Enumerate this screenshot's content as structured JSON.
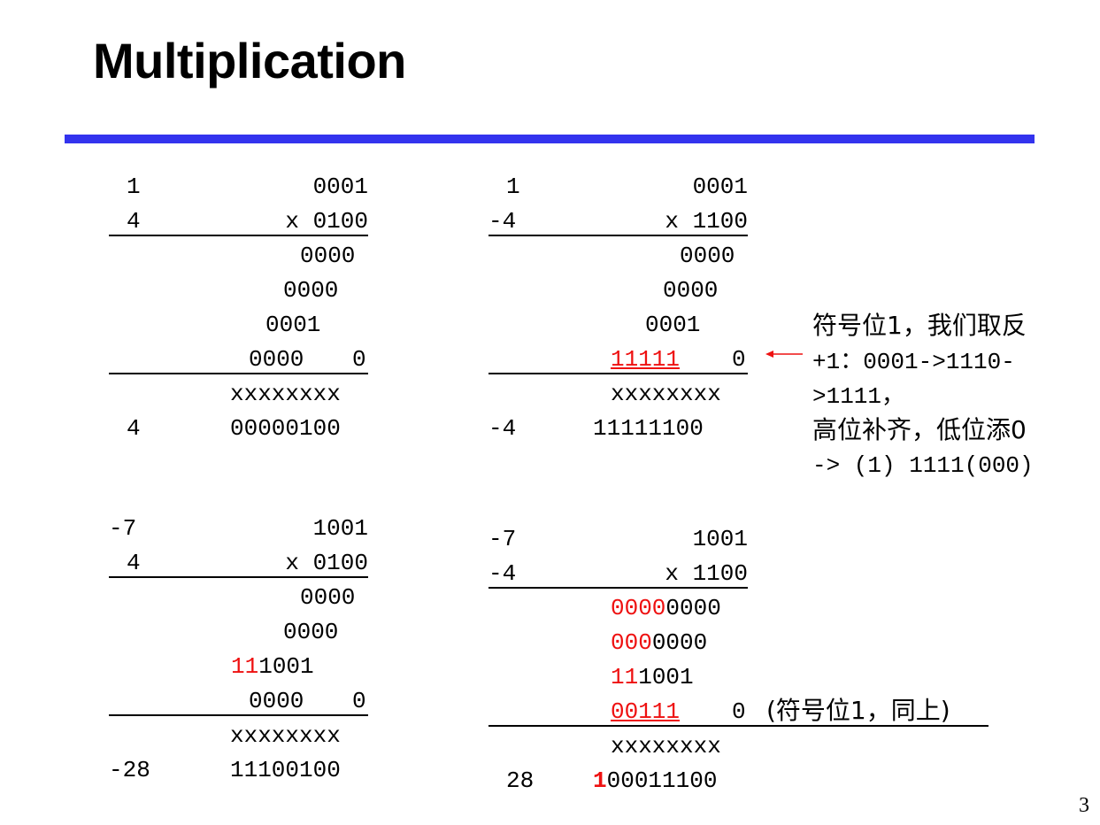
{
  "title": "Multiplication",
  "page_number": "3",
  "colors": {
    "accent_bar": "#3333ee",
    "highlight": "#ee1111"
  },
  "blocks": {
    "tl": {
      "dec1": "1",
      "bin1": "0001",
      "dec2": "4",
      "bin2": "x 0100",
      "p1": "0000",
      "p2": "0000",
      "p3": "0001",
      "p4a": "0000",
      "p4b": "0",
      "mask": "xxxxxxxx",
      "dec_res": "4",
      "bin_res": "00000100"
    },
    "tr": {
      "dec1": "1",
      "bin1": "0001",
      "dec2": "-4",
      "bin2": "x 1100",
      "p1": "0000",
      "p2": "0000",
      "p3": "0001",
      "p4a": "11111",
      "p4b": "0",
      "mask": "xxxxxxxx",
      "dec_res": "-4",
      "bin_res": "11111100"
    },
    "bl": {
      "dec1": "-7",
      "bin1": "1001",
      "dec2": "4",
      "bin2": "x 0100",
      "p1": "0000",
      "p2": "0000",
      "p3_red": "11",
      "p3": "1001",
      "p4a": "0000",
      "p4b": "0",
      "mask": "xxxxxxxx",
      "dec_res": "-28",
      "bin_res": "11100100"
    },
    "br": {
      "dec1": "-7",
      "bin1": "1001",
      "dec2": "-4",
      "bin2": "x 1100",
      "p1_red": "0000",
      "p1": "0000",
      "p2_red": "000",
      "p2": "0000",
      "p3_red": "11",
      "p3": "1001",
      "p4a": "00111",
      "p4b": "0",
      "mask": "xxxxxxxx",
      "dec_res": "28",
      "bin_res_red": "1",
      "bin_res": "00011100"
    }
  },
  "notes": {
    "n1_line1": "符号位1，我们取反",
    "n1_line2": "+1：0001->1110-",
    "n1_line3": ">1111，",
    "n1_line4": "高位补齐，低位添0",
    "n1_line5": "-> (1) 1111(000)",
    "n2": "(符号位1，同上)"
  }
}
